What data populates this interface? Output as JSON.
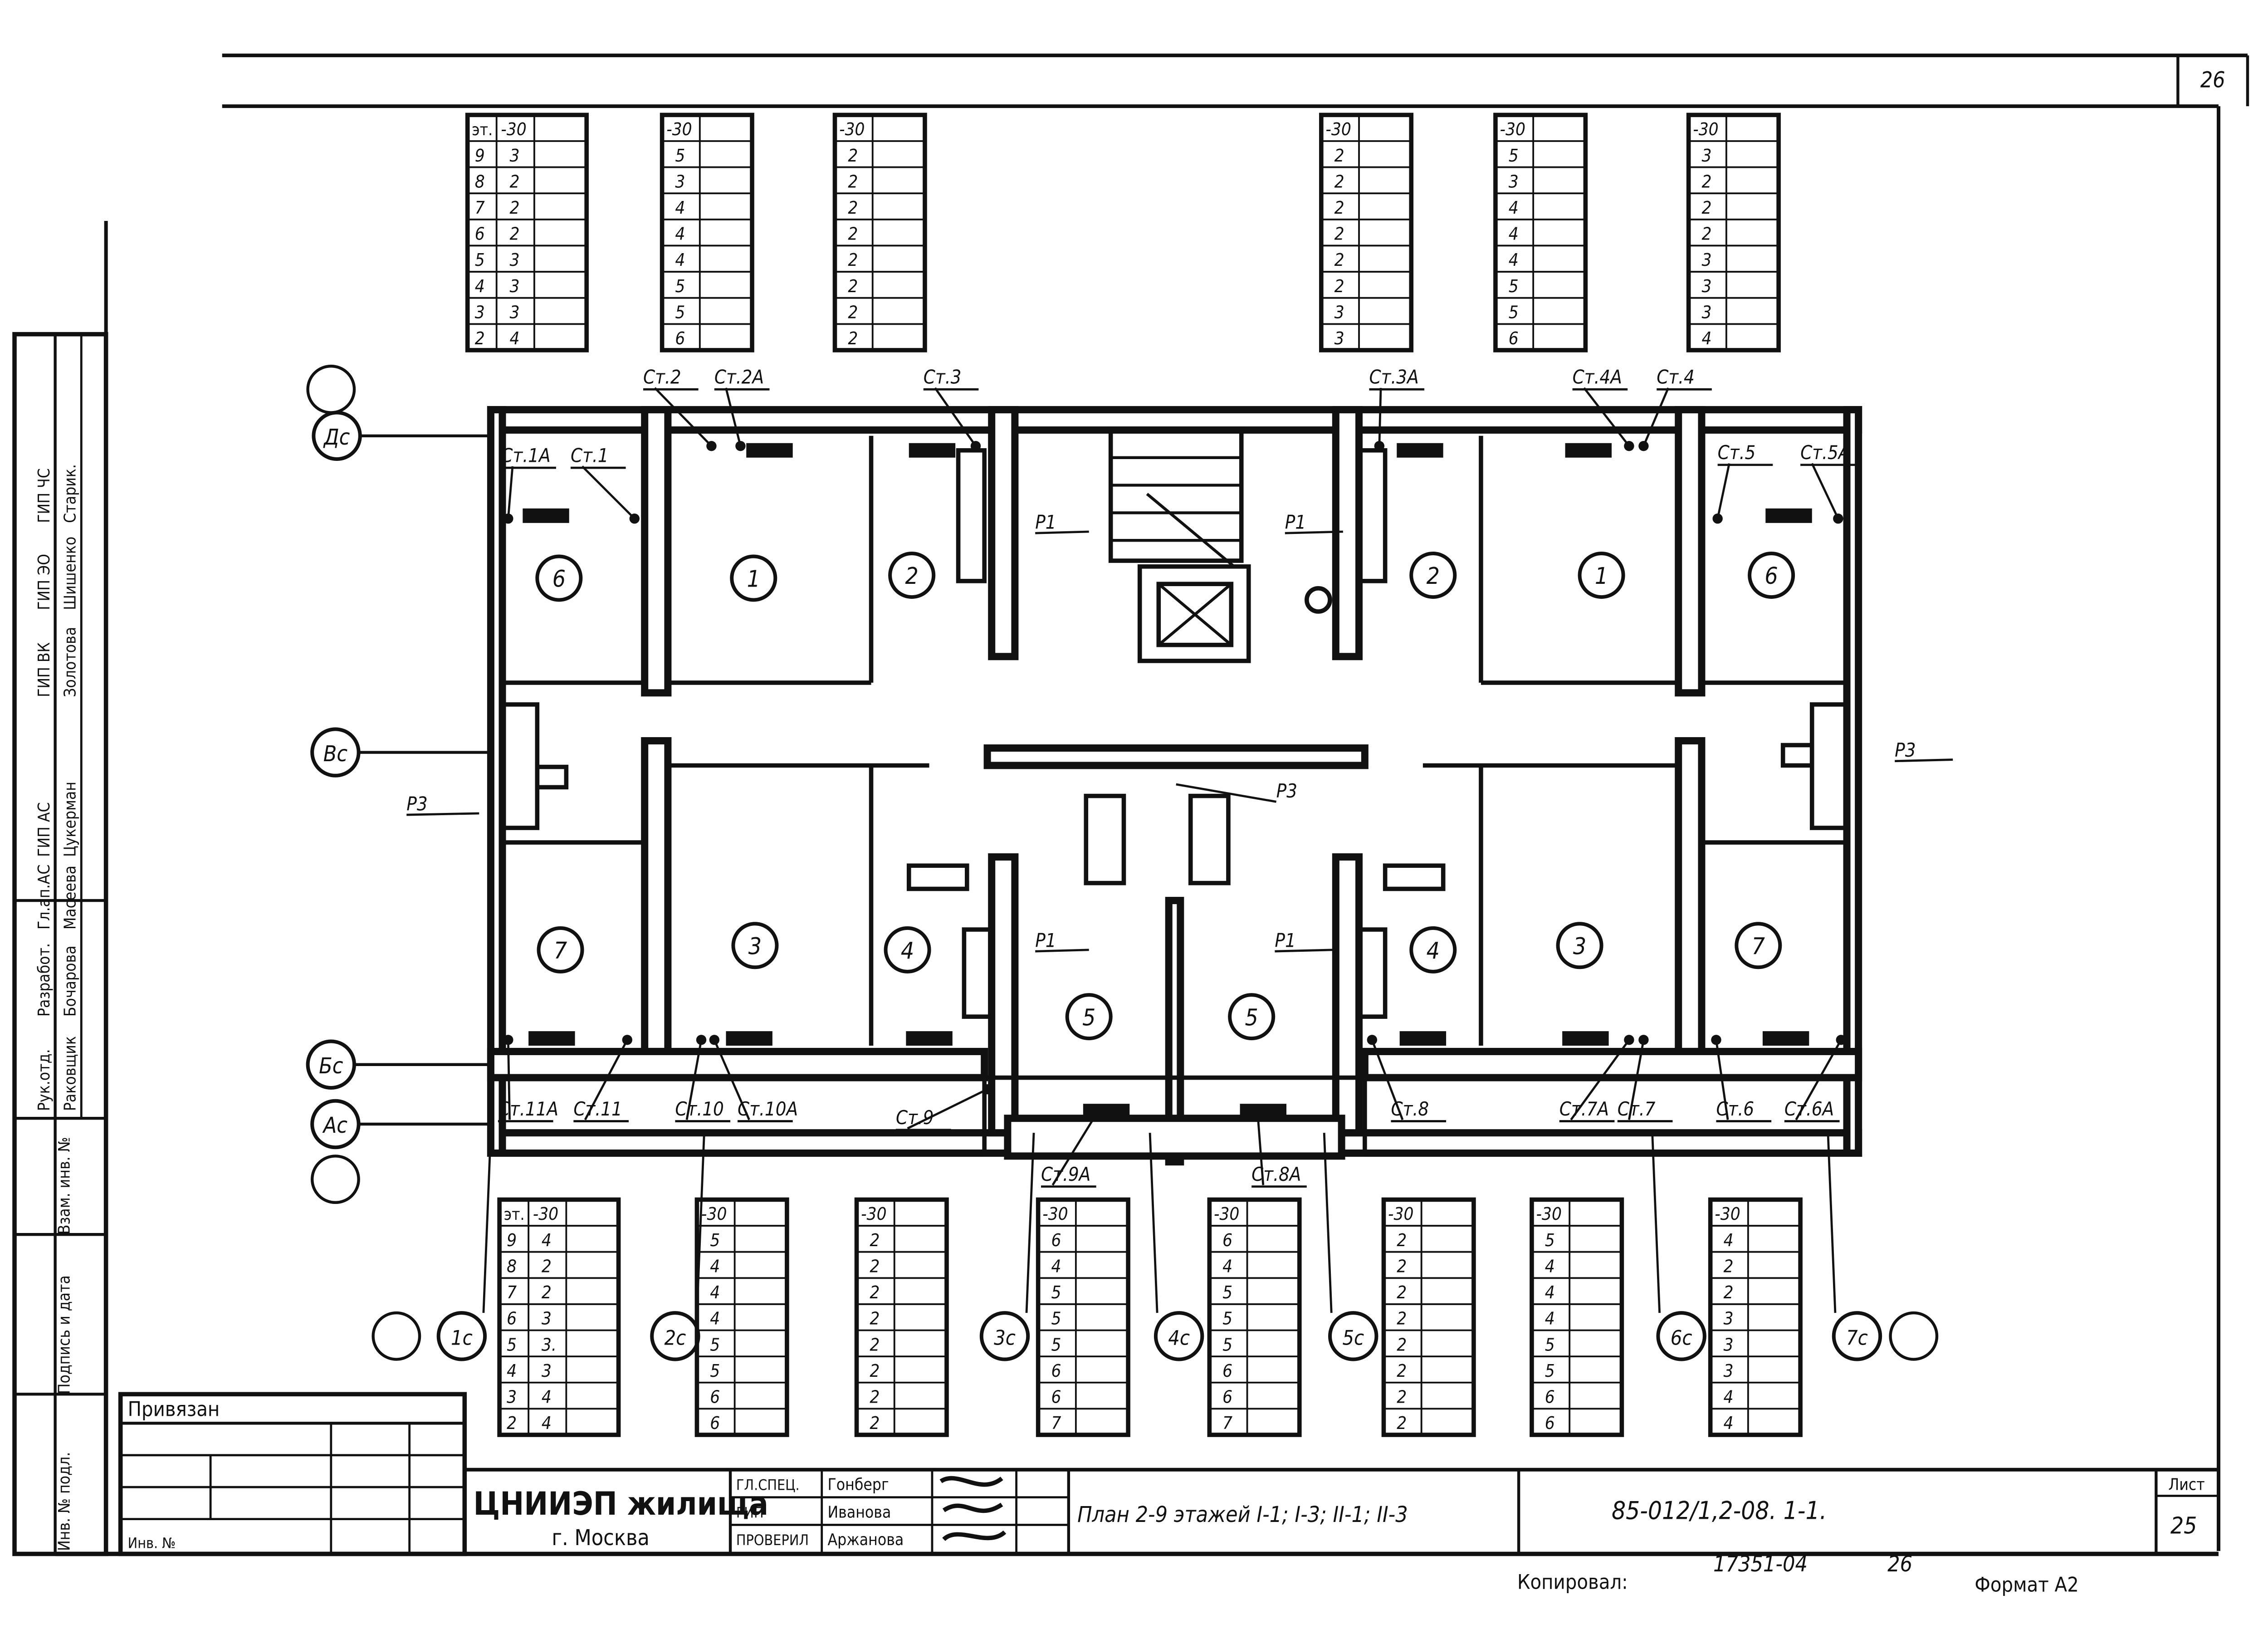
{
  "sheet": {
    "page_number": "26",
    "sheet_label": "Лист",
    "sheet_number": "25",
    "document_code": "85-012/1,2-08. 1-1.",
    "title": "План 2-9 этажей I-1; I-3; II-1; II-3",
    "organization": "ЦНИИЭП жилища",
    "city": "г. Москва",
    "attached_label": "Привязан",
    "inv_label": "Инв. №",
    "signatures": [
      {
        "role": "ГЛ.СПЕЦ.",
        "name": "Гонберг"
      },
      {
        "role": "ГИП",
        "name": "Иванова"
      },
      {
        "role": "ПРОВЕРИЛ",
        "name": "Аржанова"
      }
    ],
    "copied_label": "Копировал:",
    "copy_number": "17351-04",
    "copy_sheet": "26",
    "format_label": "Формат А2"
  },
  "approvals": {
    "rows": [
      [
        "Рук.отд.",
        "Раковщик"
      ],
      [
        "Разработ.",
        "Бочарова"
      ],
      [
        "Гл.ап.АС",
        "Масеева"
      ],
      [
        "ГИП АС",
        "Цукерман"
      ],
      [
        "ГИП ВК",
        "Золотова"
      ],
      [
        "ГИП ЭО",
        "Шишенко"
      ],
      [
        "ГИП ЧС",
        "Старик."
      ]
    ],
    "side_fields": [
      "Инв. № подл.",
      "Подпись и дата",
      "Взам. инв. №"
    ]
  },
  "axes": {
    "rows": [
      "Дс",
      "Вс",
      "Бс",
      "Ас"
    ],
    "columns": [
      "1с",
      "2с",
      "3с",
      "4с",
      "5с",
      "6с",
      "7с"
    ]
  },
  "rooms": [
    "6",
    "1",
    "2",
    "2",
    "1",
    "6",
    "7",
    "3",
    "4",
    "5",
    "5",
    "4",
    "3",
    "7"
  ],
  "risers": [
    "Ст.1А",
    "Ст.1",
    "Ст.2",
    "Ст.2А",
    "Ст.3",
    "Ст.3А",
    "Ст.4А",
    "Ст.4",
    "Ст.5",
    "Ст.5А",
    "Ст.11А",
    "Ст.11",
    "Ст.10",
    "Ст.10А",
    "Ст.9",
    "Ст.9А",
    "Ст.8А",
    "Ст.8",
    "Ст.7А",
    "Ст.7",
    "Ст.6",
    "Ст.6А"
  ],
  "pipes": [
    "Р1",
    "Р1",
    "Р1",
    "Р1",
    "Р3",
    "Р3",
    "Р3"
  ],
  "tables": {
    "col_floor": "эт.",
    "col_temp": "-30",
    "floors": [
      "9",
      "8",
      "7",
      "6",
      "5",
      "4",
      "3",
      "2"
    ],
    "top": [
      [
        "3",
        "2",
        "2",
        "2",
        "3",
        "3",
        "3",
        "4"
      ],
      [
        "5",
        "3",
        "4",
        "4",
        "4",
        "5",
        "5",
        "6"
      ],
      [
        "2",
        "2",
        "2",
        "2",
        "2",
        "2",
        "2",
        "2"
      ],
      [
        "2",
        "2",
        "2",
        "2",
        "2",
        "2",
        "3",
        "3"
      ],
      [
        "5",
        "3",
        "4",
        "4",
        "4",
        "5",
        "5",
        "6"
      ],
      [
        "3",
        "2",
        "2",
        "2",
        "3",
        "3",
        "3",
        "4"
      ]
    ],
    "bottom": [
      [
        "4",
        "2",
        "2",
        "3",
        "3.",
        "3",
        "4",
        "4"
      ],
      [
        "5",
        "4",
        "4",
        "4",
        "5",
        "5",
        "6",
        "6"
      ],
      [
        "2",
        "2",
        "2",
        "2",
        "2",
        "2",
        "2",
        "2"
      ],
      [
        "6",
        "4",
        "5",
        "5",
        "5",
        "6",
        "6",
        "7"
      ],
      [
        "6",
        "4",
        "5",
        "5",
        "5",
        "6",
        "6",
        "7"
      ],
      [
        "2",
        "2",
        "2",
        "2",
        "2",
        "2",
        "2",
        "2"
      ],
      [
        "5",
        "4",
        "4",
        "4",
        "5",
        "5",
        "6",
        "6"
      ],
      [
        "4",
        "2",
        "2",
        "3",
        "3",
        "3",
        "4",
        "4"
      ]
    ]
  }
}
